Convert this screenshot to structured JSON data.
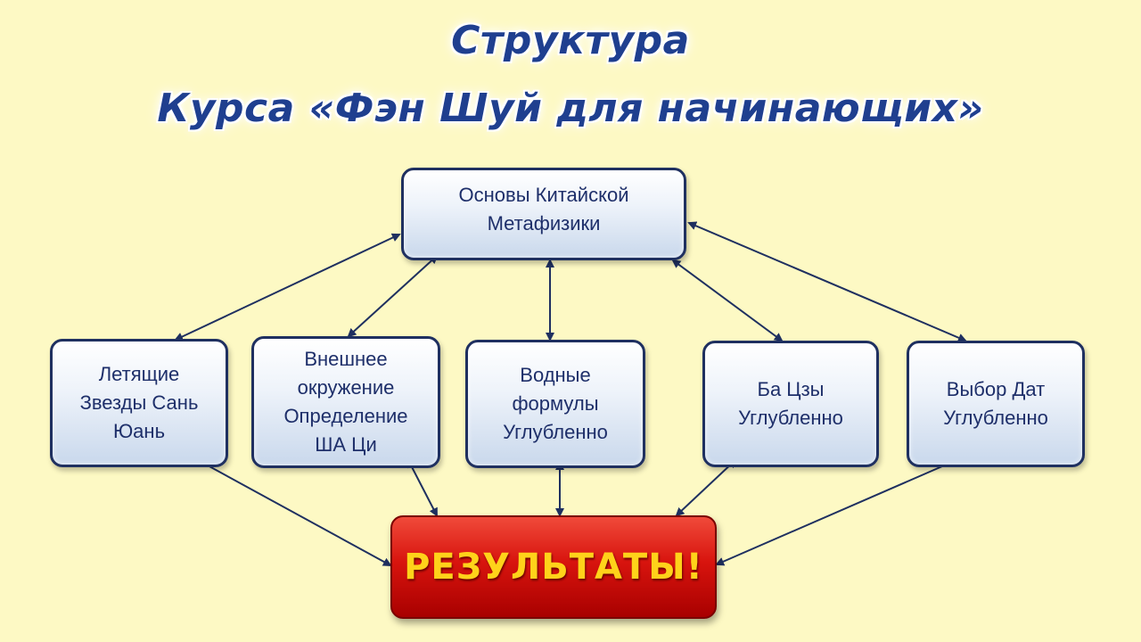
{
  "title": {
    "line1": "Структура",
    "line2": "Курса «Фэн Шуй для начинающих»"
  },
  "nodes": {
    "top": "Основы Китайской\nМетафизики",
    "modules": [
      "Летящие\nЗвезды Сань\nЮань",
      "Внешнее\nокружение\nОпределение\nША Ци",
      "Водные\nформулы\nУглубленно",
      "Ба Цзы\nУглубленно",
      "Выбор Дат\nУглубленно"
    ],
    "results": "РЕЗУЛЬТАТЫ!"
  },
  "colors": {
    "background": "#fdf9c4",
    "title": "#1f3f8f",
    "box_border": "#1f3060",
    "box_text": "#1e2f6a",
    "results_fill": "#d8140e",
    "results_text": "#ffd21a",
    "connector": "#1f3060"
  }
}
